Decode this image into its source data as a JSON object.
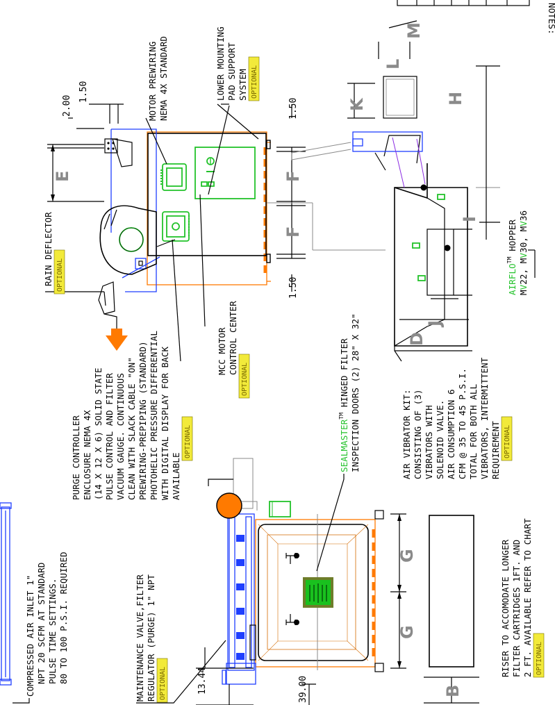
{
  "notes_label": "NOTES:",
  "optional_text": "OPTIONAL",
  "dims": {
    "d2_00": "2.00",
    "d1_50_top": "1.50",
    "d1_50_right": "1.50",
    "d1_50_left": "1.50",
    "d13_44": "13.44",
    "d39_00": "39.00"
  },
  "letters": {
    "E": "E",
    "F1": "F",
    "F2": "F",
    "K": "K",
    "L": "L",
    "M": "M",
    "H": "H",
    "I": "I",
    "J": "J",
    "D": "D",
    "G1": "G",
    "G2": "G",
    "B": "B"
  },
  "callouts": {
    "motor_prewiring": [
      "MOTOR PREWIRING",
      "NEMA 4X STANDARD"
    ],
    "lower_mounting": [
      "LOWER MOUNTING",
      "PAD SUPPORT",
      "SYSTEM"
    ],
    "rain_deflector": "RAIN DEFLECTOR",
    "mcc": [
      "MCC MOTOR",
      "CONTROL CENTER"
    ],
    "purge_controller": [
      "PURGE CONTROLLER",
      "ENCLOSURE NEMA 4X",
      "(14 X 12 X 6) SOLID STATE",
      "PULSE CONTROL AND FILTER",
      "VACUUM GAUGE. CONTINUOUS",
      "CLEAN WITH SLACK CABLE \"ON\"",
      "PREWIRING-PREPIPING (STANDARD)",
      "PHOTOHELIC PRESSURE DIFFERENTIAL",
      "WITH DIGITAL DISPLAY FOR BACK",
      "AVAILABLE"
    ],
    "compressed_air": [
      "COMPRESSED AIR INLET 1\"",
      "NPT 20 SCFM AT STANDARD",
      "PULSE TIME SETTINGS.",
      "80 TO 100 P.S.I. REQUIRED"
    ],
    "maintenance_valve": [
      "MAINTENANCE VALVE,FILTER",
      "REGULATOR (PURGE) 1\" NPT"
    ],
    "sealmaster_brand": "SEALMASTER",
    "sealmaster_tm": "TM",
    "sealmaster_line1_rest": " HINGED FILTER",
    "sealmaster_line2": "INSPECTION DOORS (2) 28\" X 32\"",
    "air_vibrator": [
      "AIR VIBRATOR KIT:",
      "CONSISTING OF (3)",
      "VIBRATORS WITH",
      "SOLENOID VALVE.",
      "AIR CONSUMPTION 6",
      "CFM @ 35 TO 45 P.S.I.",
      "TOTAL FOR BOTH ALL",
      "VIBRATORS, INTERMITTENT",
      "REQUIREMENT"
    ],
    "riser": [
      "RISER TO ACCOMODATE LONGER",
      "FILTER CARTRIDGES 1FT. AND",
      "2 FT. AVAILABLE REFER TO CHART"
    ],
    "airflo_brand": "AIRFLO",
    "airflo_tm": "TM",
    "airflo_rest": " HOPPER",
    "hopper_models_parts": [
      "M",
      "V",
      "22, M",
      "V",
      "30, M",
      "V",
      "36"
    ]
  }
}
